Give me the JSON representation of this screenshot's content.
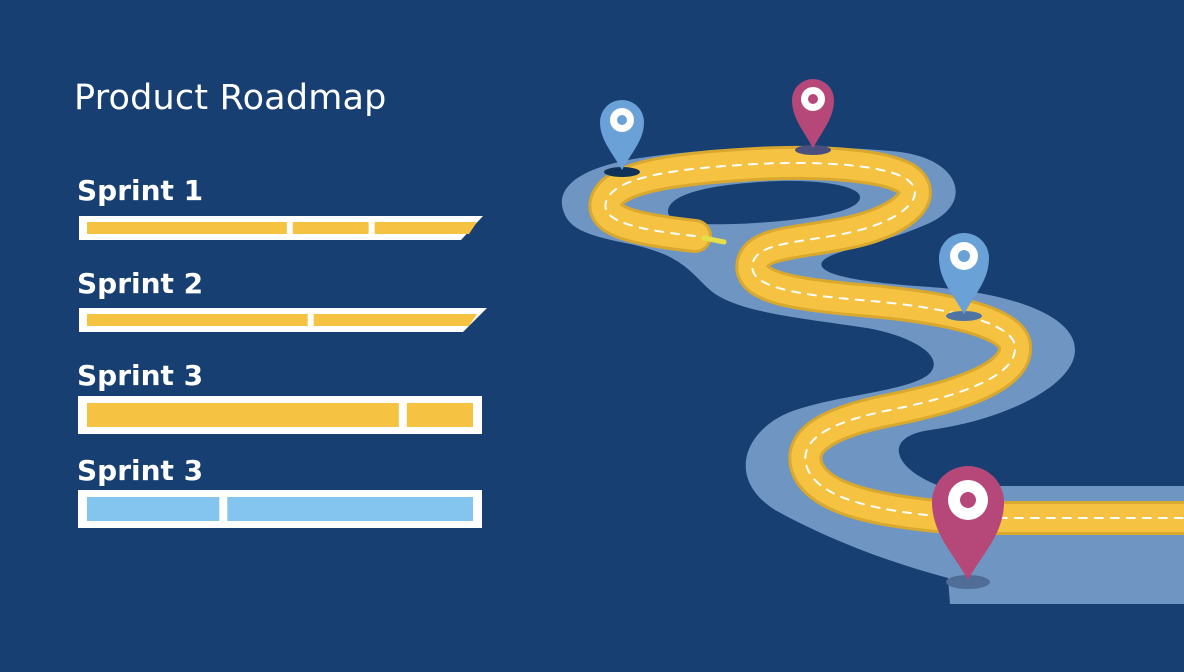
{
  "title": "Product Roadmap",
  "sprints": [
    {
      "label": "Sprint 1",
      "fill_color": "#f5c242",
      "segments": [
        {
          "share": 0.54
        },
        {
          "share": 0.205
        },
        {
          "share": 0.255
        }
      ]
    },
    {
      "label": "Sprint 2",
      "fill_color": "#f5c242",
      "segments": [
        {
          "share": 0.587
        },
        {
          "share": 0.413
        }
      ]
    },
    {
      "label": "Sprint 3",
      "fill_color": "#f5c242",
      "segments": [
        {
          "share": 0.825
        },
        {
          "share": 0.175
        }
      ]
    },
    {
      "label": "Sprint 3",
      "fill_color": "#84c5ef",
      "segments": [
        {
          "share": 0.35
        },
        {
          "share": 0.65
        }
      ]
    }
  ],
  "colors": {
    "background": "#173f72",
    "road_shoulder": "#6f95c2",
    "road": "#f5c242",
    "road_edge": "#d9a82e",
    "pin_blue": "#6aa1d6",
    "pin_magenta": "#b64779"
  },
  "roadmap": {
    "pins": [
      {
        "icon": "map-pin-icon",
        "color": "pin_blue"
      },
      {
        "icon": "map-pin-icon",
        "color": "pin_magenta"
      },
      {
        "icon": "map-pin-icon",
        "color": "pin_blue"
      },
      {
        "icon": "map-pin-icon",
        "color": "pin_magenta"
      }
    ]
  }
}
